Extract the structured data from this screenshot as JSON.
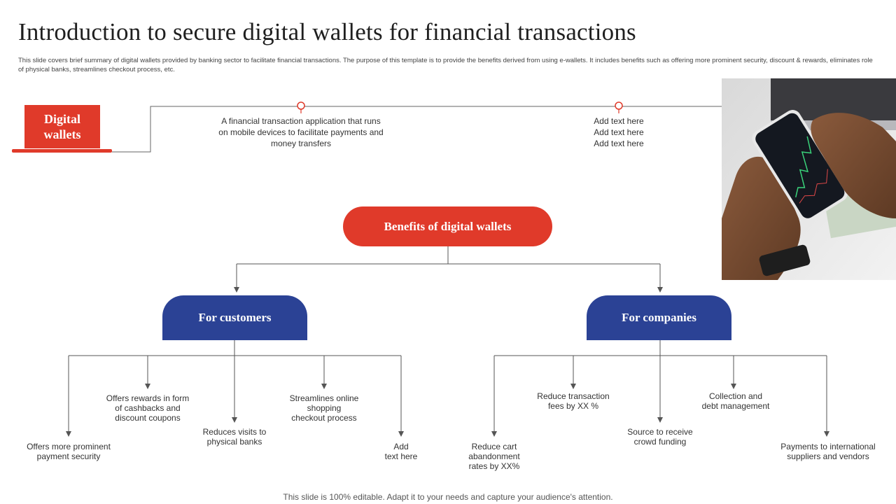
{
  "title": "Introduction to secure digital wallets for financial transactions",
  "subtitle": "This slide covers brief summary of digital wallets provided by banking sector to facilitate financial transactions. The purpose of this template is to provide the benefits derived from using e-wallets. It includes benefits such as offering more prominent security, discount & rewards, eliminates role of physical banks, streamlines checkout process, etc.",
  "digital_wallets": {
    "label": "Digital\nwallets",
    "definition": "A financial transaction application that runs on mobile devices to facilitate payments and money transfers",
    "placeholder": "Add text here\nAdd text here\nAdd text here"
  },
  "benefits": {
    "label": "Benefits of digital wallets",
    "customers": {
      "label": "For customers",
      "items": [
        "Offers more prominent\npayment security",
        "Offers rewards in form\nof cashbacks and\ndiscount coupons",
        "Reduces visits to\nphysical banks",
        "Streamlines online\nshopping\ncheckout process",
        "Add\ntext here"
      ]
    },
    "companies": {
      "label": "For companies",
      "items": [
        "Reduce cart\nabandonment\nrates by XX%",
        "Reduce transaction\nfees by XX  %",
        "Source to receive\ncrowd funding",
        "Collection and\ndebt management",
        "Payments to international\nsuppliers and vendors"
      ]
    }
  },
  "footer": "This slide is 100% editable. Adapt it to your needs and capture your audience's attention.",
  "colors": {
    "accent_red": "#e03a2a",
    "navy": "#2b4295",
    "line": "#555555"
  }
}
